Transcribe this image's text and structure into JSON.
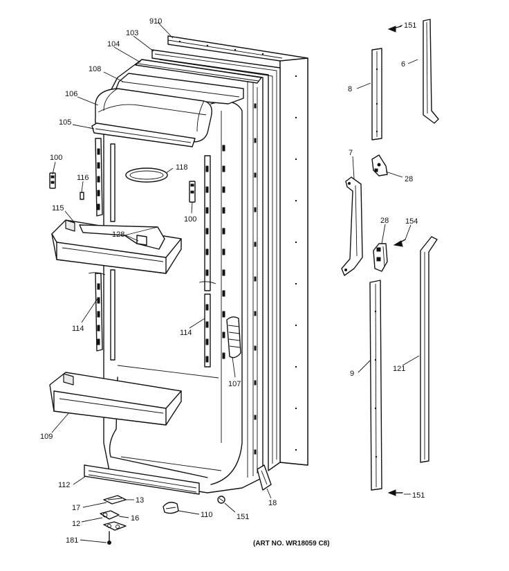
{
  "caption": "(ART NO. WR18059 C8)",
  "labels": {
    "l910": "910",
    "l103": "103",
    "l104": "104",
    "l108": "108",
    "l106": "106",
    "l105": "105",
    "l100a": "100",
    "l116": "116",
    "l118": "118",
    "l100b": "100",
    "l115": "115",
    "l128": "128",
    "l114a": "114",
    "l114b": "114",
    "l107": "107",
    "l109": "109",
    "l112": "112",
    "l17": "17",
    "l13": "13",
    "l12": "12",
    "l16": "16",
    "l181": "181",
    "l110": "110",
    "l151a": "151",
    "l18": "18",
    "l151b": "151",
    "l6": "6",
    "l8": "8",
    "l7": "7",
    "l28a": "28",
    "l28b": "28",
    "l154": "154",
    "l9": "9",
    "l121": "121",
    "l151c": "151"
  }
}
